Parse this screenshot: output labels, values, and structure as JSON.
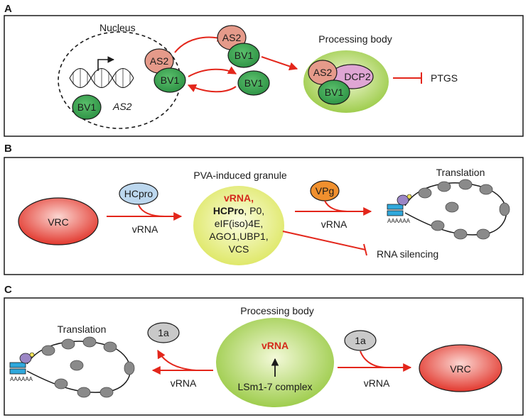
{
  "panels": {
    "a": {
      "letter": "A",
      "nucleus": "Nucleus",
      "bv1": "BV1",
      "as2": "AS2",
      "as2_gene": "AS2",
      "processing_body": "Processing body",
      "dcp2": "DCP2",
      "ptgs": "PTGS"
    },
    "b": {
      "letter": "B",
      "vrc": "VRC",
      "hcpro": "HCpro",
      "vrna_1": "vRNA",
      "granule_title": "PVA-induced granule",
      "granule_vrna": "vRNA,",
      "granule_hcpro": "HCPro",
      "granule_p0": ", P0,",
      "granule_line3": "eIF(iso)4E,",
      "granule_line4": "AGO1,UBP1,",
      "granule_line5": "VCS",
      "vpg": "VPg",
      "vrna_2": "vRNA",
      "translation": "Translation",
      "polya": "AAAAAA",
      "rna_silencing": "RNA silencing"
    },
    "c": {
      "letter": "C",
      "processing_body": "Processing body",
      "translation": "Translation",
      "polya": "AAAAAA",
      "protein_1a_left": "1a",
      "vrna_left": "vRNA",
      "pb_vrna": "vRNA",
      "lsm": "LSm1-7 complex",
      "protein_1a_right": "1a",
      "vrna_right": "vRNA",
      "vrc": "VRC"
    }
  },
  "colors": {
    "arrow_red": "#e3261b",
    "bv1_green": "#3aa552",
    "as2_salmon": "#e59a8a",
    "dcp2_pink": "#dfa6d4",
    "pb_green": "#b7d96c",
    "granule_yellow": "#e6ec82",
    "vrc_red": "#e8443a",
    "hcpro_blue": "#bcd7ee",
    "vpg_orange": "#f0902e",
    "gray_grey": "#8c8c8c",
    "ribo_gray": "#8a8a8a",
    "cap_blue": "#2fa8dc",
    "purple": "#9b86c5",
    "vrna_red_text": "#d42a1a"
  }
}
